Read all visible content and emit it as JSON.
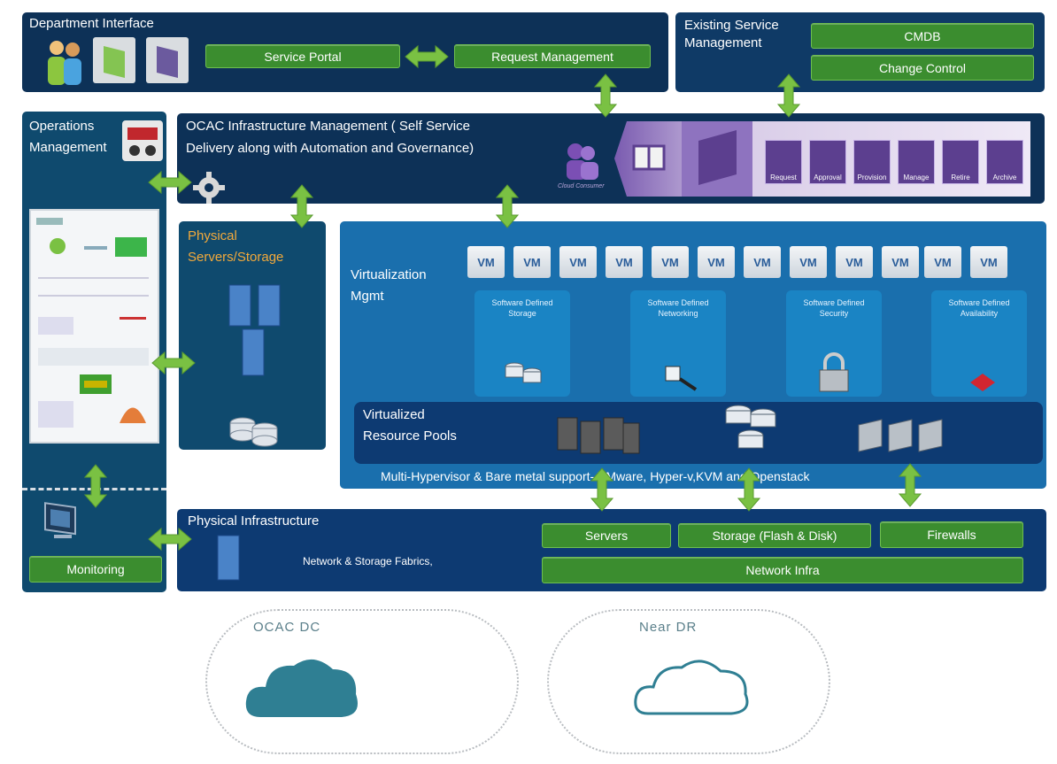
{
  "department_interface": {
    "title": "Department Interface",
    "service_portal": "Service Portal",
    "request_management": "Request Management"
  },
  "existing_service_management": {
    "title_line1": "Existing Service",
    "title_line2": "Management",
    "cmdb": "CMDB",
    "change_control": "Change Control"
  },
  "operations_management": {
    "title_line1": "Operations",
    "title_line2": "Management",
    "monitoring": "Monitoring"
  },
  "ocac_infra_mgmt": {
    "title_line1": "OCAC Infrastructure Management  ( Self Service",
    "title_line2": "Delivery along with Automation and Governance)",
    "cloud_consumer": "Cloud Consumer",
    "lifecycle": [
      "Request",
      "Approval",
      "Provision",
      "Manage",
      "Retire",
      "Archive"
    ]
  },
  "physical_servers_storage": {
    "title_line1": "Physical",
    "title_line2": "Servers/Storage"
  },
  "virtualization": {
    "title_line1": "Virtualization",
    "title_line2": "Mgmt",
    "vm_label": "VM",
    "software_defined": [
      {
        "line1": "Software Defined",
        "line2": "Storage"
      },
      {
        "line1": "Software Defined",
        "line2": "Networking"
      },
      {
        "line1": "Software Defined",
        "line2": "Security"
      },
      {
        "line1": "Software Defined",
        "line2": "Availability"
      }
    ],
    "pools_line1": "Virtualized",
    "pools_line2": "Resource Pools",
    "hypervisor_support": "Multi-Hypervisor & Bare metal support- VMware, Hyper-v,KVM and Openstack"
  },
  "physical_infrastructure": {
    "title": "Physical Infrastructure",
    "fabrics": "Network & Storage Fabrics,",
    "servers": "Servers",
    "storage": "Storage (Flash & Disk)",
    "firewalls": "Firewalls",
    "network_infra": "Network Infra"
  },
  "clouds": {
    "dc": "OCAC DC",
    "dr": "Near DR"
  },
  "colors": {
    "dark_navy": "#0d3157",
    "blue": "#1a6fad",
    "green": "#3b8d2f",
    "arrow_green": "#7ac143",
    "purple": "#5c3f8f",
    "cloud_teal": "#2f7f93"
  }
}
